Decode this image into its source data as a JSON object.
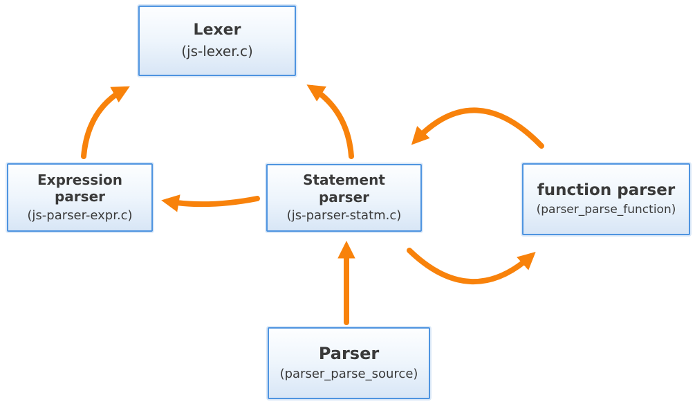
{
  "diagram": {
    "colors": {
      "arrow": "#F8820B",
      "node_border": "#4E94E0",
      "node_fill_top": "#FDFEFF",
      "node_fill_bottom": "#D8E6F6",
      "text": "#3A3A3A",
      "background": "#FFFFFF"
    },
    "nodes": [
      {
        "id": "lexer",
        "title": "Lexer",
        "subtitle": "(js-lexer.c)"
      },
      {
        "id": "expression-parser",
        "title": "Expression\nparser",
        "subtitle": "(js-parser-expr.c)"
      },
      {
        "id": "statement-parser",
        "title": "Statement\nparser",
        "subtitle": "(js-parser-statm.c)"
      },
      {
        "id": "function-parser",
        "title": "function parser",
        "subtitle": "(parser_parse_function)"
      },
      {
        "id": "parser",
        "title": "Parser",
        "subtitle": "(parser_parse_source)"
      }
    ],
    "edges": [
      {
        "from": "expression-parser",
        "to": "lexer"
      },
      {
        "from": "statement-parser",
        "to": "lexer"
      },
      {
        "from": "statement-parser",
        "to": "expression-parser"
      },
      {
        "from": "function-parser",
        "to": "statement-parser"
      },
      {
        "from": "statement-parser",
        "to": "function-parser"
      },
      {
        "from": "parser",
        "to": "statement-parser"
      }
    ]
  }
}
